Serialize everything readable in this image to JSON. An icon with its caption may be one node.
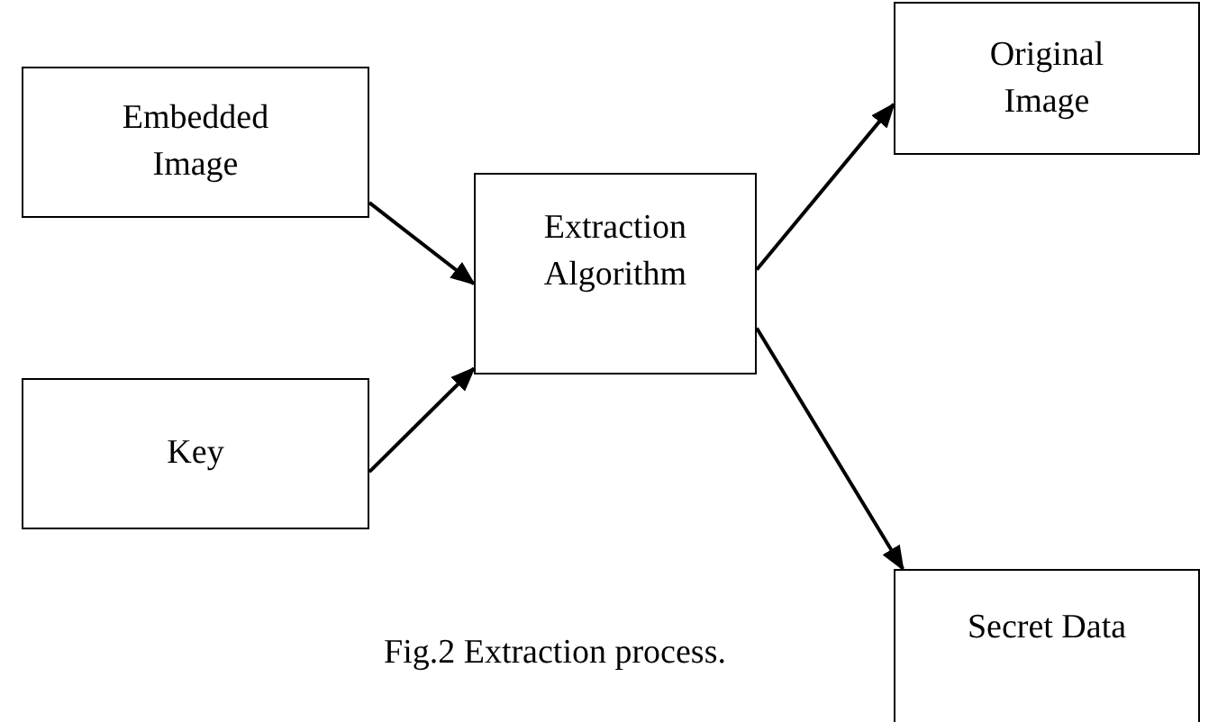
{
  "diagram": {
    "caption": "Fig.2 Extraction process.",
    "nodes": [
      {
        "text": [
          "Embedded Image"
        ]
      },
      {
        "text": [
          "Key"
        ]
      },
      {
        "text": [
          "Extraction Algorithm"
        ]
      },
      {
        "text": [
          "Original Image"
        ]
      },
      {
        "text": [
          "Secret Data"
        ]
      }
    ],
    "edges": [
      {
        "from": 0,
        "to": 2,
        "arrow": "to"
      },
      {
        "from": 1,
        "to": 2,
        "arrow": "to"
      },
      {
        "from": 2,
        "to": 3,
        "arrow": "to"
      },
      {
        "from": 2,
        "to": 4,
        "arrow": "to"
      }
    ]
  }
}
